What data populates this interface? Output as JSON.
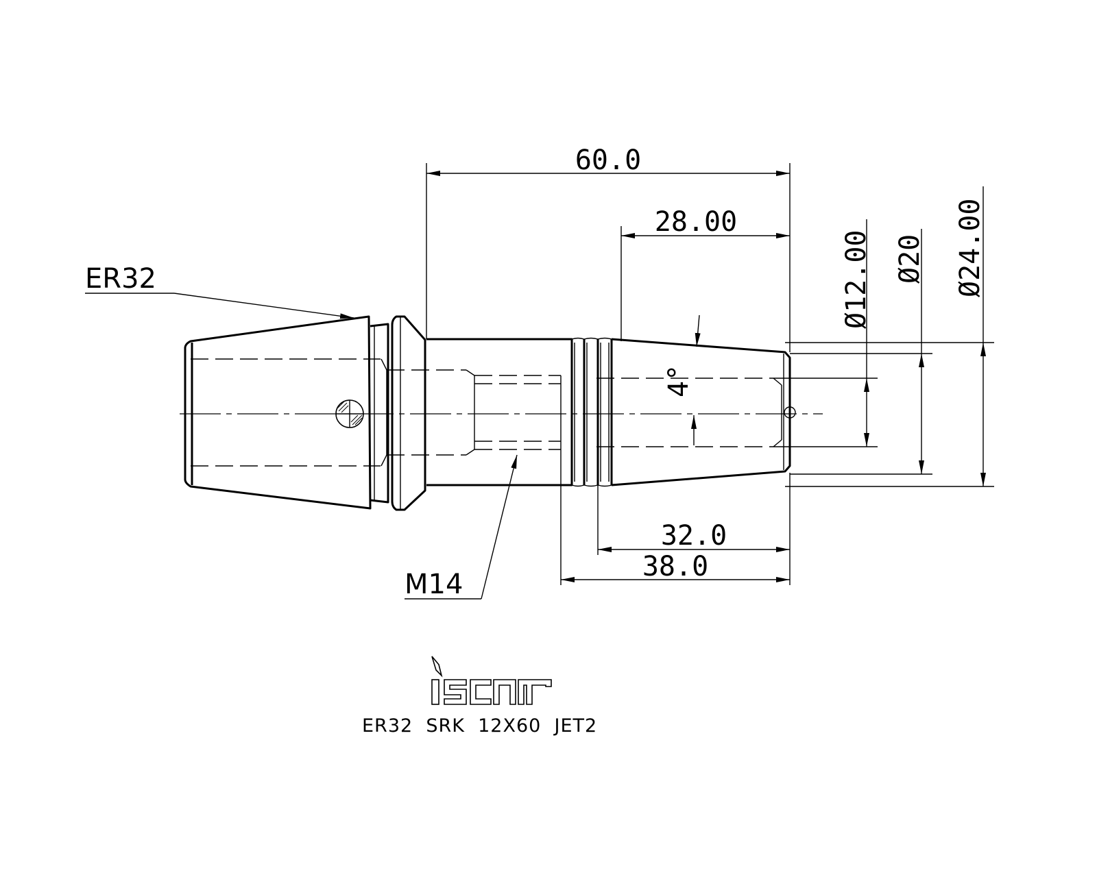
{
  "dimensions": {
    "overall_length": "60.0",
    "tip_length": "28.00",
    "length_a": "32.0",
    "length_b": "38.0",
    "dia_bore": "Ø12.00",
    "dia_tip": "Ø20",
    "dia_shank": "Ø24.00",
    "taper_angle": "4°"
  },
  "callouts": {
    "collet": "ER32",
    "thread": "M14"
  },
  "title_block": {
    "logo_name": "iscar",
    "part_number": "ER32  SRK  12X60  JET2"
  }
}
